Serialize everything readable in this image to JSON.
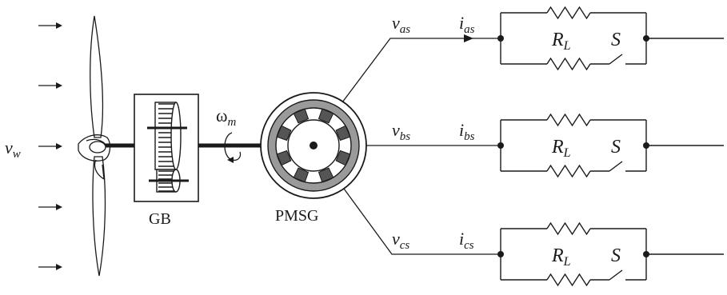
{
  "symbols": {
    "wind_speed": "v",
    "wind_speed_sub": "w",
    "omega": "ω",
    "omega_sub": "m"
  },
  "labels": {
    "gearbox": "GB",
    "generator": "PMSG"
  },
  "phases": [
    {
      "voltage": "v",
      "voltage_sub": "as",
      "current": "i",
      "current_sub": "as",
      "resistor": "R",
      "resistor_sub": "L",
      "switch": "S"
    },
    {
      "voltage": "v",
      "voltage_sub": "bs",
      "current": "i",
      "current_sub": "bs",
      "resistor": "R",
      "resistor_sub": "L",
      "switch": "S"
    },
    {
      "voltage": "v",
      "voltage_sub": "cs",
      "current": "i",
      "current_sub": "cs",
      "resistor": "R",
      "resistor_sub": "L",
      "switch": "S"
    }
  ],
  "colors": {
    "ink": "#1a1a1a",
    "gear_fill": "#555555",
    "stator_fill": "#666666"
  }
}
